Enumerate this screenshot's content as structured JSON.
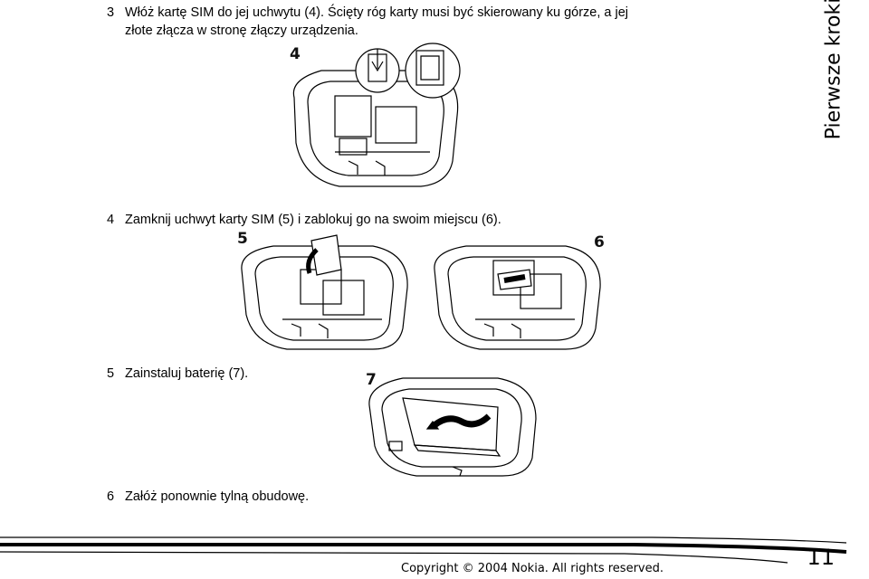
{
  "steps": {
    "s3": {
      "num": "3",
      "line1": "Włóż kartę SIM do jej uchwytu (4). Ścięty róg karty musi być skierowany ku górze, a jej",
      "line2": "złote złącza w stronę złączy urządzenia."
    },
    "s4": {
      "num": "4",
      "text": "Zamknij uchwyt karty SIM (5) i zablokuj go na swoim miejscu (6)."
    },
    "s5": {
      "num": "5",
      "text": "Zainstaluj baterię (7)."
    },
    "s6": {
      "num": "6",
      "text": "Załóż ponownie tylną obudowę."
    }
  },
  "figures": {
    "f4": "4",
    "f5": "5",
    "f6": "6",
    "f7": "7"
  },
  "side_tab": "Pierwsze kroki",
  "footer": {
    "copyright": "Copyright © 2004 Nokia. All rights reserved.",
    "page_number": "11"
  }
}
